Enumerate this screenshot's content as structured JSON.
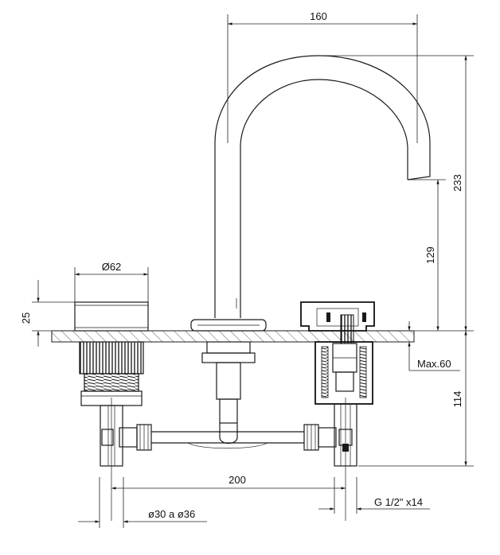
{
  "dimensions": {
    "spout_reach": "160",
    "total_height": "233",
    "spout_clearance": "129",
    "handle_diameter": "Ø62",
    "handle_height": "25",
    "deck_thickness": "Max.60",
    "below_deck": "114",
    "center_spacing": "200",
    "hole_diameter": "ø30 a ø36",
    "thread": "G 1/2\" x14"
  }
}
